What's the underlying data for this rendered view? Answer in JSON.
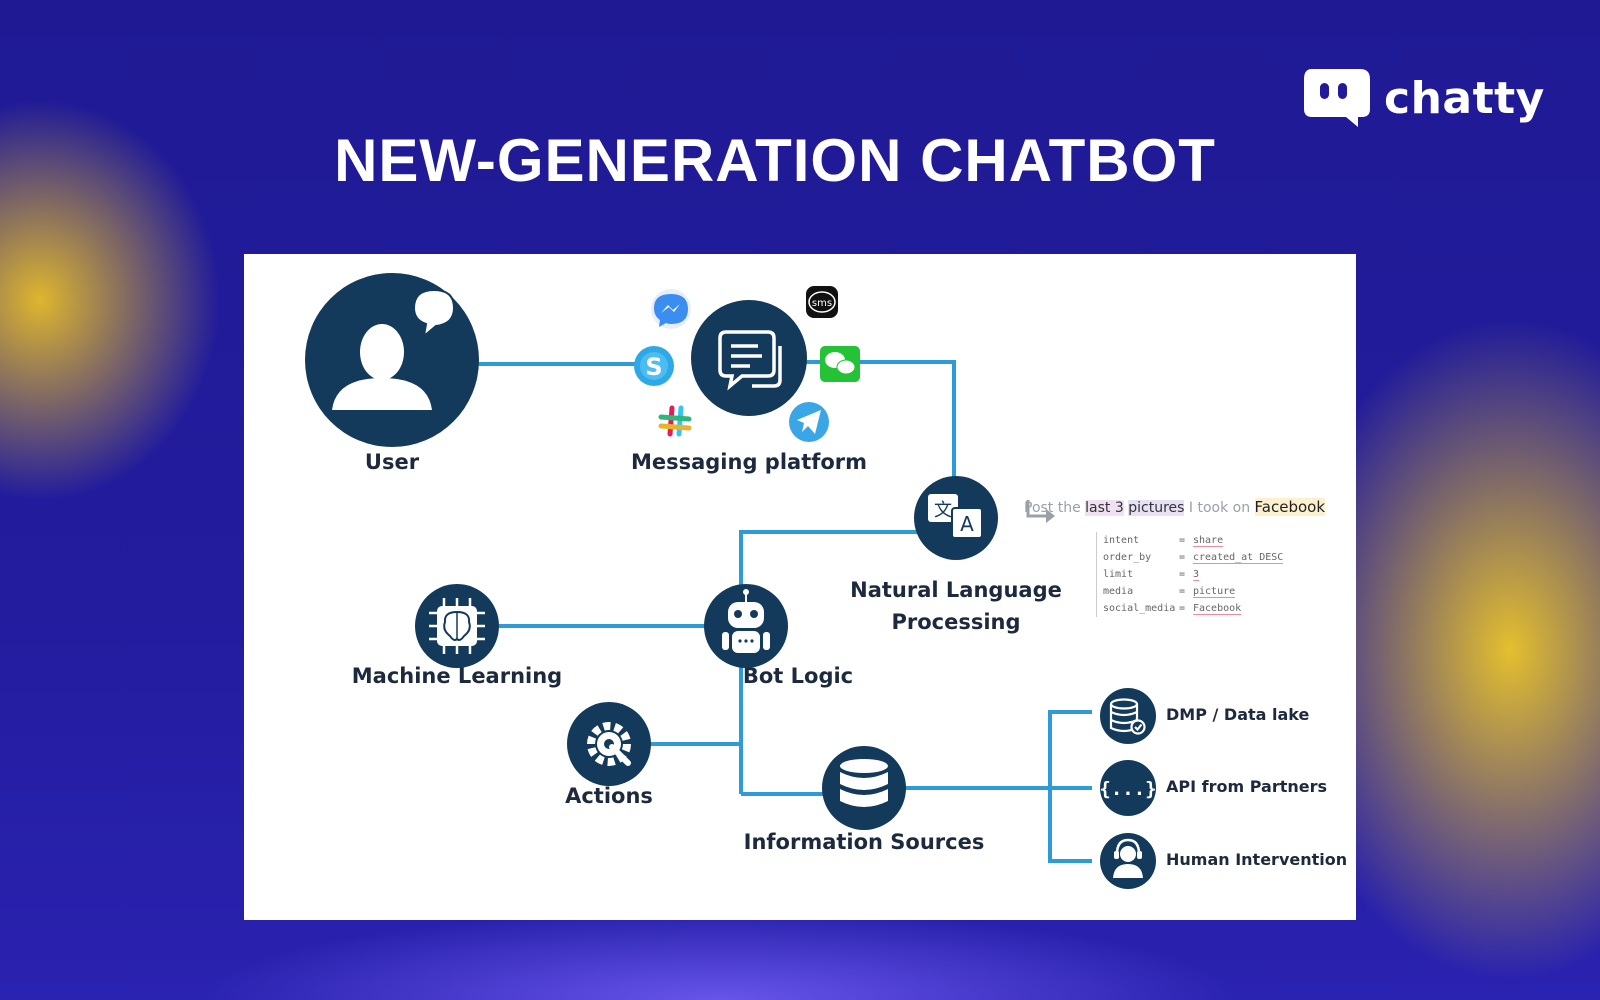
{
  "title": "NEW-GENERATION CHATBOT",
  "logo": {
    "text": "chatty"
  },
  "colors": {
    "node": "#133a5a",
    "connector": "#2e9bd6",
    "label": "#1d2a3d",
    "background": "#221a9a",
    "accent": "#f2c230"
  },
  "nodes": {
    "user": "User",
    "messaging": "Messaging platform",
    "nlp_line1": "Natural Language",
    "nlp_line2": "Processing",
    "ml": "Machine Learning",
    "bot": "Bot Logic",
    "actions": "Actions",
    "info": "Information Sources",
    "dmp": "DMP / Data lake",
    "api": "API from Partners",
    "human": "Human Intervention"
  },
  "messaging_icons": [
    "messenger-icon",
    "sms-icon",
    "skype-icon",
    "wechat-icon",
    "slack-icon",
    "telegram-icon"
  ],
  "icon_text": {
    "sms": "sms",
    "api": "{...}"
  },
  "nlp_example": {
    "prefix": "Post the",
    "hl1": "last 3",
    "hl2": "pictures",
    "middle": "I took on",
    "hl3": "Facebook",
    "rows": [
      {
        "key": "intent",
        "value": "share"
      },
      {
        "key": "order_by",
        "value": "created_at DESC"
      },
      {
        "key": "limit",
        "value": "3"
      },
      {
        "key": "media",
        "value": "picture"
      },
      {
        "key": "social_media",
        "value": "Facebook"
      }
    ]
  }
}
